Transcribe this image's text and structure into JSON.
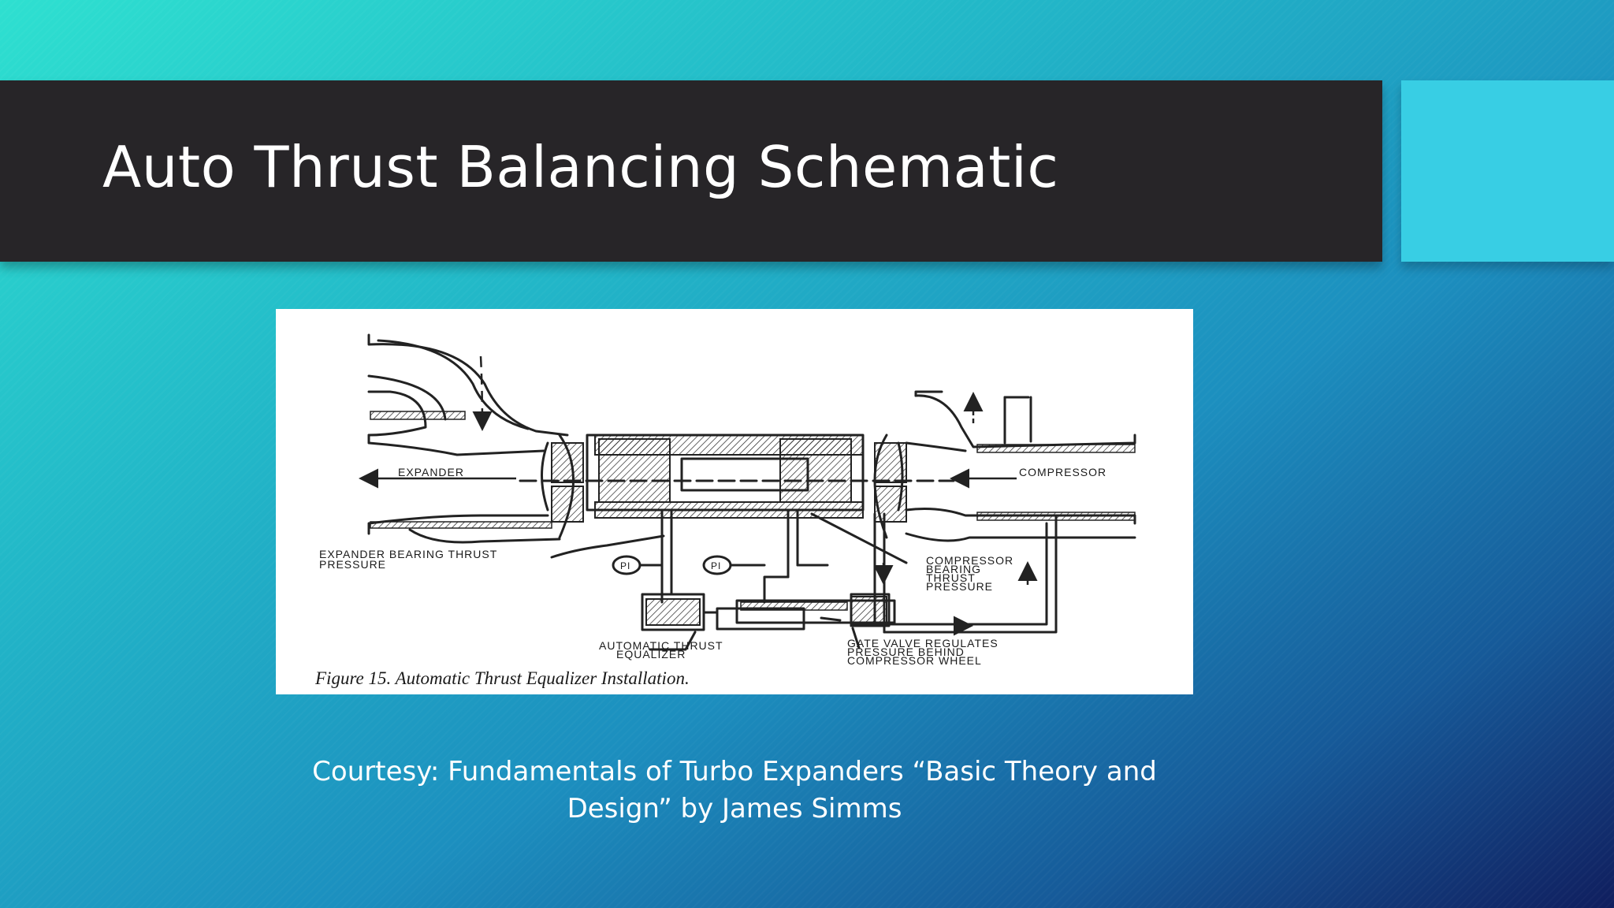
{
  "slide": {
    "title": "Auto Thrust Balancing Schematic",
    "courtesy_line1": "Courtesy: Fundamentals of Turbo Expanders “Basic Theory and",
    "courtesy_line2": "Design” by James Simms"
  },
  "figure": {
    "labels": {
      "expander": "EXPANDER",
      "compressor": "COMPRESSOR",
      "expander_bearing_1": "EXPANDER BEARING THRUST",
      "expander_bearing_2": "PRESSURE",
      "pi_left": "PI",
      "pi_right": "PI",
      "compressor_bearing_1": "COMPRESSOR",
      "compressor_bearing_2": "BEARING",
      "compressor_bearing_3": "THRUST",
      "compressor_bearing_4": "PRESSURE",
      "equalizer_1": "AUTOMATIC THRUST",
      "equalizer_2": "EQUALIZER",
      "gate_valve_1": "GATE VALVE REGULATES",
      "gate_valve_2": "PRESSURE BEHIND",
      "gate_valve_3": "COMPRESSOR WHEEL"
    },
    "caption": "Figure 15. Automatic Thrust Equalizer Installation."
  },
  "colors": {
    "title_bar": "#272528",
    "accent_block": "#38cee4",
    "background_top": "#2ee0d0",
    "background_bottom": "#101e5e"
  }
}
